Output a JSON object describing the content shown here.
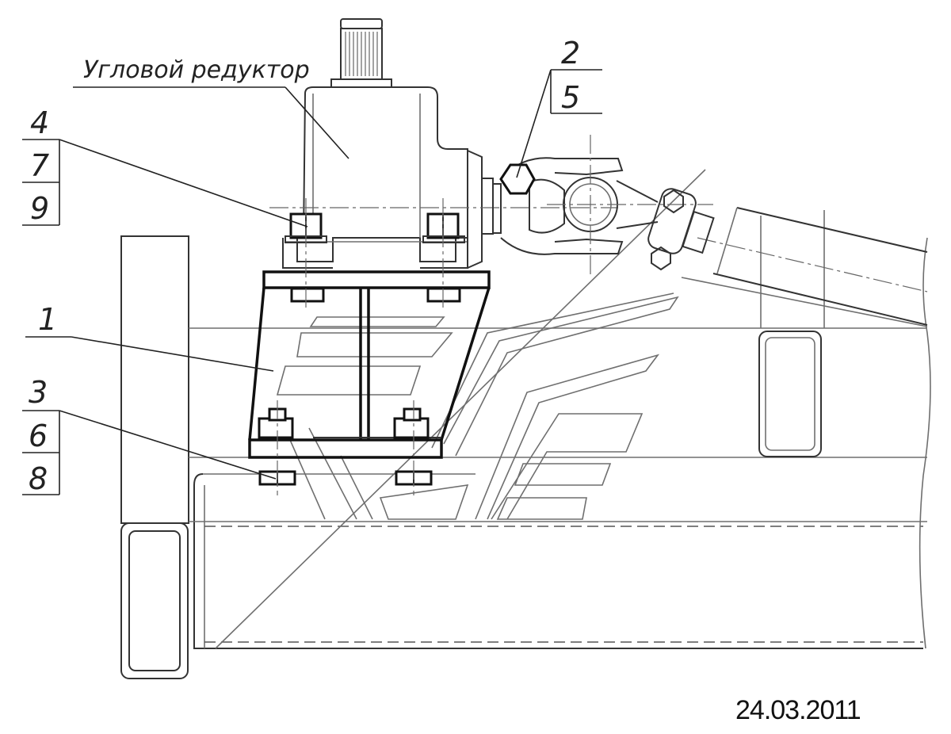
{
  "drawing": {
    "caption": "Угловой редуктор",
    "date": "24.03.2011",
    "callouts": {
      "a": [
        "2",
        "5"
      ],
      "b": [
        "4",
        "7",
        "9"
      ],
      "c": [
        "1"
      ],
      "d": [
        "3",
        "6",
        "8"
      ]
    }
  }
}
